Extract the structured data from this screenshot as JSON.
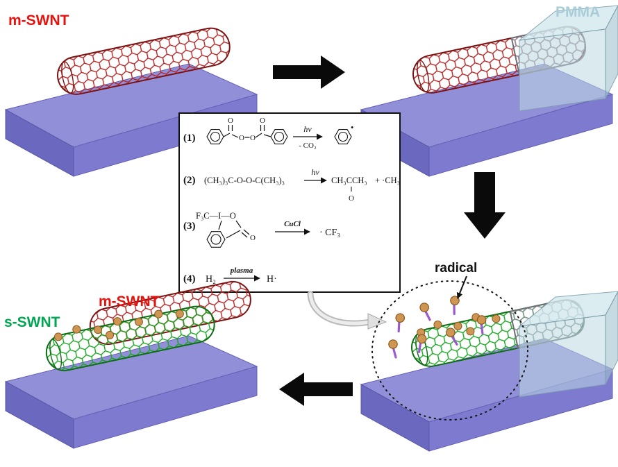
{
  "labels": {
    "m_swnt_top": "m-SWNT",
    "pmma_top": "PMMA",
    "radical": "radical",
    "m_swnt_bottom": "m-SWNT",
    "s_swnt_bottom": "s-SWNT"
  },
  "reactions": {
    "r1": {
      "num": "(1)",
      "carbonyl_o_left": "O",
      "ester_o_left": "O",
      "ester_o_right": "O",
      "carbonyl_o_right": "O",
      "condition_top": "hv",
      "condition_bottom": "- CO₂",
      "phenyl_radical_dot": "•"
    },
    "r2": {
      "num": "(2)",
      "reactant": "(CH₃)₃C-O-O-C(CH₃)₃",
      "condition_top": "hv",
      "product_ketone": "CH₃CCH₃",
      "ketone_double_bond": "‖",
      "ketone_oxygen": "O",
      "product_radical": "+ ·CH₃"
    },
    "r3": {
      "num": "(3)",
      "reagent_top": "F₃C—I—O",
      "carbonyl_oxygen": "O",
      "catalyst": "CuCl",
      "product": "· CF₃"
    },
    "r4": {
      "num": "(4)",
      "reactant": "H₂",
      "condition": "plasma",
      "product": "H·"
    }
  },
  "colors": {
    "m_swnt_label": "#e8120c",
    "s_swnt_label": "#00a651",
    "pmma_label": "#a9cdd8",
    "tube_red": "#a82020",
    "tube_green": "#16a01e",
    "tube_shielded_gray": "#8d8d99",
    "substrate_top": "#928fd9",
    "substrate_front": "#7d7ad0",
    "substrate_side": "#6b68c0",
    "pmma_block": "#bcd9e2",
    "radical_head": "#cf9552",
    "radical_stick": "#9b59d0",
    "arrow_black": "#0a0a0a"
  }
}
